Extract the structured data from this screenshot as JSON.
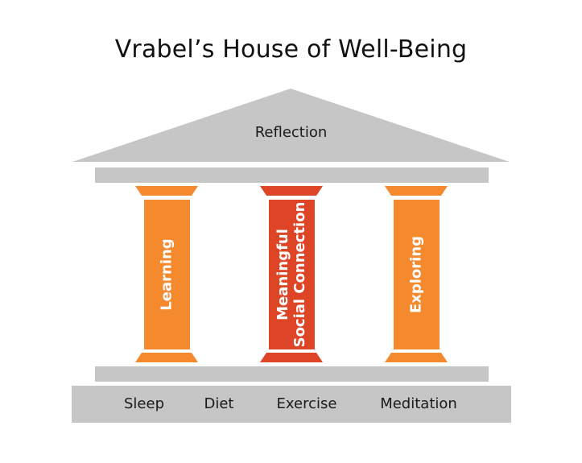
{
  "title": "Vrabel’s House of Well-Being",
  "roof": {
    "label": "Reflection",
    "color": "#c6c6c6"
  },
  "beams": {
    "color": "#c6c6c6"
  },
  "pillars": [
    {
      "line1": "Learning",
      "line2": "",
      "color": "#f5892e"
    },
    {
      "line1": "Meaningful",
      "line2": "Social Connection",
      "color": "#dd4526"
    },
    {
      "line1": "Exploring",
      "line2": "",
      "color": "#f5892e"
    }
  ],
  "foundation": {
    "color": "#c6c6c6",
    "items": [
      "Sleep",
      "Diet",
      "Exercise",
      "Meditation"
    ]
  }
}
